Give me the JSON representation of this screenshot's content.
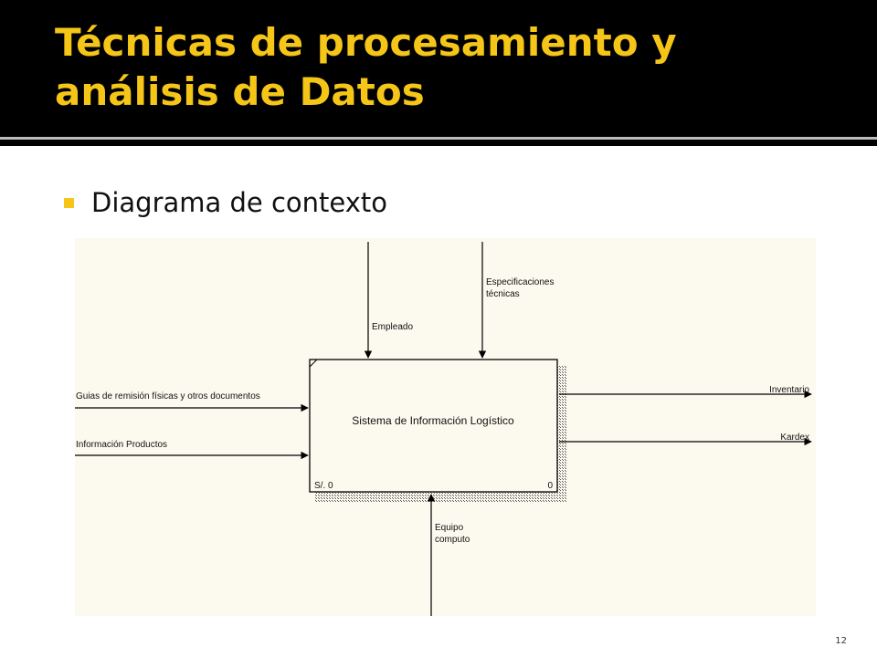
{
  "slide": {
    "title_line1": "Técnicas de procesamiento y",
    "title_line2": "análisis de Datos",
    "bullet": "Diagrama de contexto",
    "page_number": "12"
  },
  "diagram": {
    "system_label": "Sistema de Información Logístico",
    "corner_left": "S/. 0",
    "corner_right": "0",
    "controls": [
      "Empleado",
      "Especificaciones",
      "técnicas"
    ],
    "inputs": [
      "Guias de remisión físicas y otros documentos",
      "Información Productos"
    ],
    "outputs": [
      "Inventario",
      "Kardex"
    ],
    "mechanism": [
      "Equipo",
      "computo"
    ]
  },
  "colors": {
    "accent": "#F5C518",
    "background": "#000000",
    "diagram_bg": "#FCF9EE"
  }
}
